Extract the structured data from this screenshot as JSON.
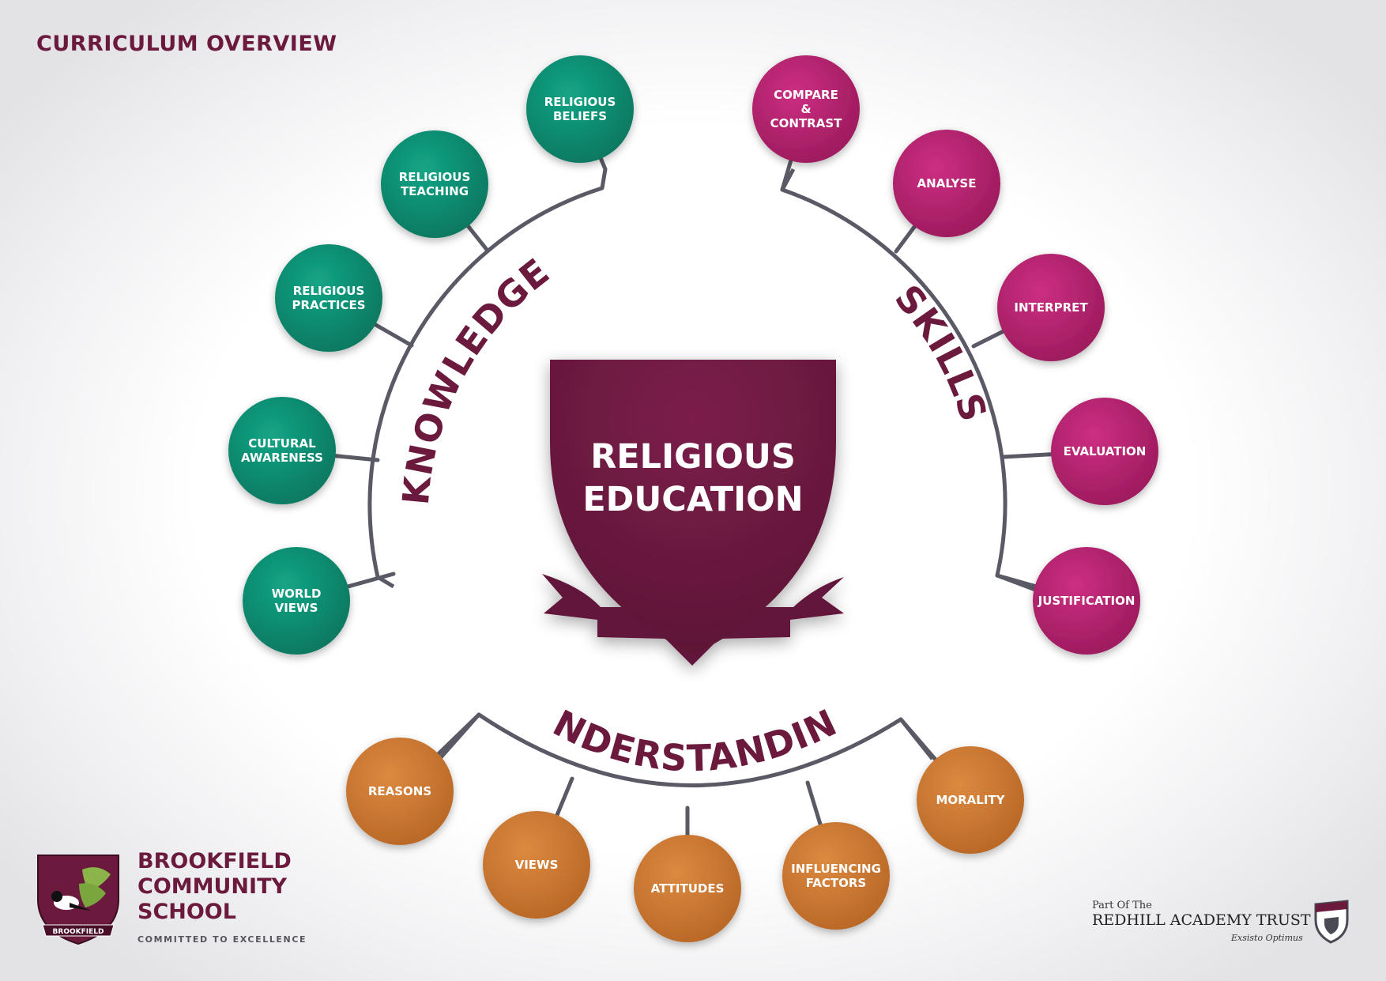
{
  "page": {
    "title": "CURRICULUM OVERVIEW"
  },
  "center": {
    "lines": [
      "RELIGIOUS",
      "EDUCATION"
    ],
    "color": "#6b1a3e"
  },
  "groups": [
    {
      "label": "KNOWLEDGE",
      "color": "#0a8c72",
      "nodes": [
        {
          "lines": [
            "RELIGIOUS",
            "BELIEFS"
          ]
        },
        {
          "lines": [
            "RELIGIOUS",
            "TEACHING"
          ]
        },
        {
          "lines": [
            "RELIGIOUS",
            "PRACTICES"
          ]
        },
        {
          "lines": [
            "CULTURAL",
            "AWARENESS"
          ]
        },
        {
          "lines": [
            "WORLD",
            "VIEWS"
          ]
        }
      ]
    },
    {
      "label": "SKILLS",
      "color": "#b5206d",
      "nodes": [
        {
          "lines": [
            "COMPARE",
            "&",
            "CONTRAST"
          ]
        },
        {
          "lines": [
            "ANALYSE"
          ]
        },
        {
          "lines": [
            "INTERPRET"
          ]
        },
        {
          "lines": [
            "EVALUATION"
          ]
        },
        {
          "lines": [
            "JUSTIFICATION"
          ]
        }
      ]
    },
    {
      "label": "UNDERSTANDING",
      "color": "#c9752f",
      "nodes": [
        {
          "lines": [
            "REASONS"
          ]
        },
        {
          "lines": [
            "VIEWS"
          ]
        },
        {
          "lines": [
            "ATTITUDES"
          ]
        },
        {
          "lines": [
            "INFLUENCING",
            "FACTORS"
          ]
        },
        {
          "lines": [
            "MORALITY"
          ]
        }
      ]
    }
  ],
  "school": {
    "name_lines": [
      "BROOKFIELD",
      "COMMUNITY",
      "SCHOOL"
    ],
    "crest_banner": "BROOKFIELD",
    "motto": "COMMITTED TO EXCELLENCE"
  },
  "trust": {
    "prefix": "Part Of The",
    "name": "REDHILL ACADEMY TRUST",
    "motto": "Exsisto Optimus"
  },
  "colors": {
    "connector": "#5a5a66",
    "brand": "#6b1a3e"
  }
}
